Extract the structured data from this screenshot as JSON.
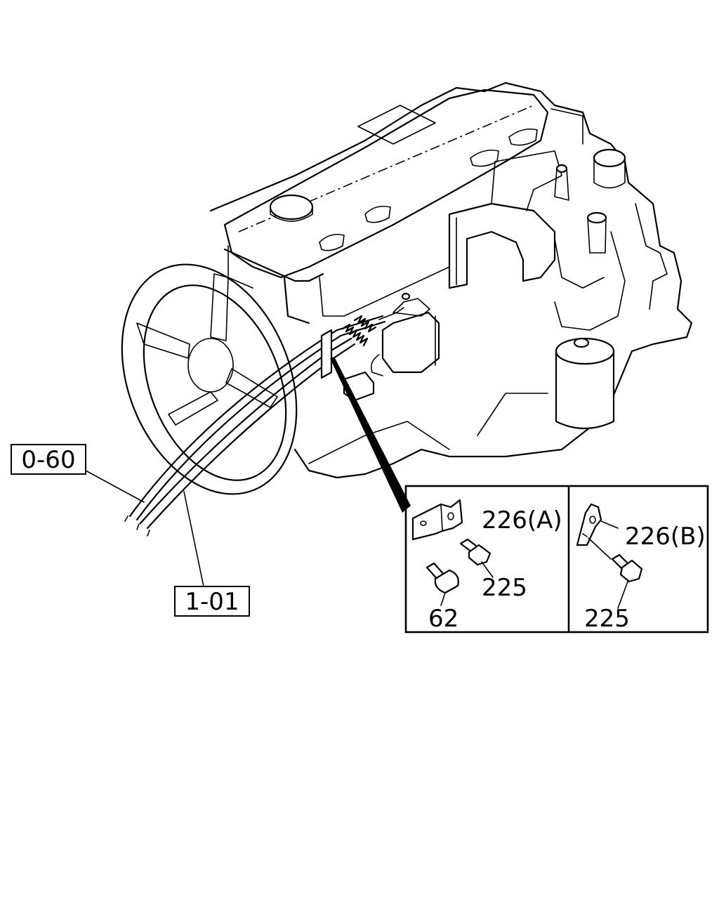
{
  "callouts": {
    "ref_0_60": "0-60",
    "ref_1_01": "1-01"
  },
  "detail_a": {
    "bracket": "226(A)",
    "bolt": "225",
    "pin": "62"
  },
  "detail_b": {
    "bracket": "226(B)",
    "bolt": "225"
  }
}
